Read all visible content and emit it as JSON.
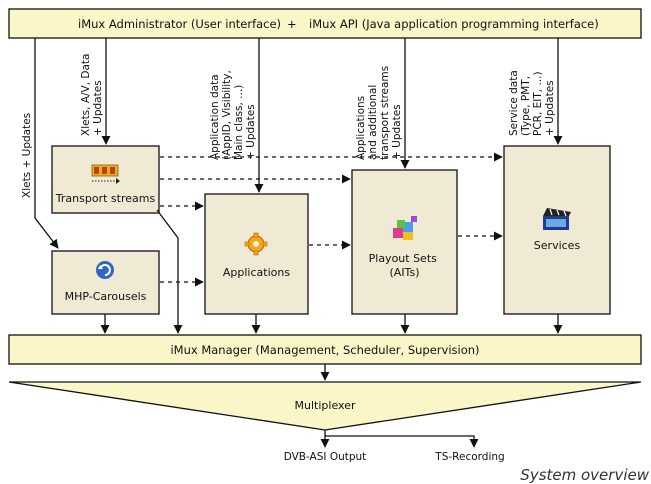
{
  "top_bar": {
    "admin": "iMux Administrator (User interface)",
    "plus": "+",
    "api": "iMux API (Java application programming interface)"
  },
  "flows": {
    "xlets_left": [
      "Xlets + Updates"
    ],
    "xlets_av": [
      "Xlets, A/V, Data",
      "+ Updates"
    ],
    "app_data": [
      "Application data",
      "(AppID, Visibility,",
      "Main class, ...)",
      "+ Updates"
    ],
    "applications_transport": [
      "Applications",
      "and additional",
      "transport streams",
      "+ Updates"
    ],
    "service_data": [
      "Service data",
      "(Type, PMT,",
      "PCR, EIT, ...)",
      "+ Updates"
    ]
  },
  "boxes": {
    "transport_streams": "Transport streams",
    "mhp_carousels": "MHP-Carousels",
    "applications": "Applications",
    "playout_sets": [
      "Playout Sets",
      "(AITs)"
    ],
    "services": "Services"
  },
  "manager": "iMux Manager (Management, Scheduler, Supervision)",
  "multiplexer": "Multiplexer",
  "outputs": {
    "dvb_asi": "DVB-ASI Output",
    "ts_recording": "TS-Recording"
  },
  "caption": "System overview",
  "colors": {
    "bar_fill": "#fbf6c8",
    "box_fill": "#f0ead4",
    "stroke": "#111111"
  },
  "icons": {
    "transport_streams": "film-strip-icon",
    "mhp_carousels": "refresh-cycle-icon",
    "applications": "gear-icon",
    "playout_sets": "puzzle-blocks-icon",
    "services": "clapperboard-icon"
  }
}
